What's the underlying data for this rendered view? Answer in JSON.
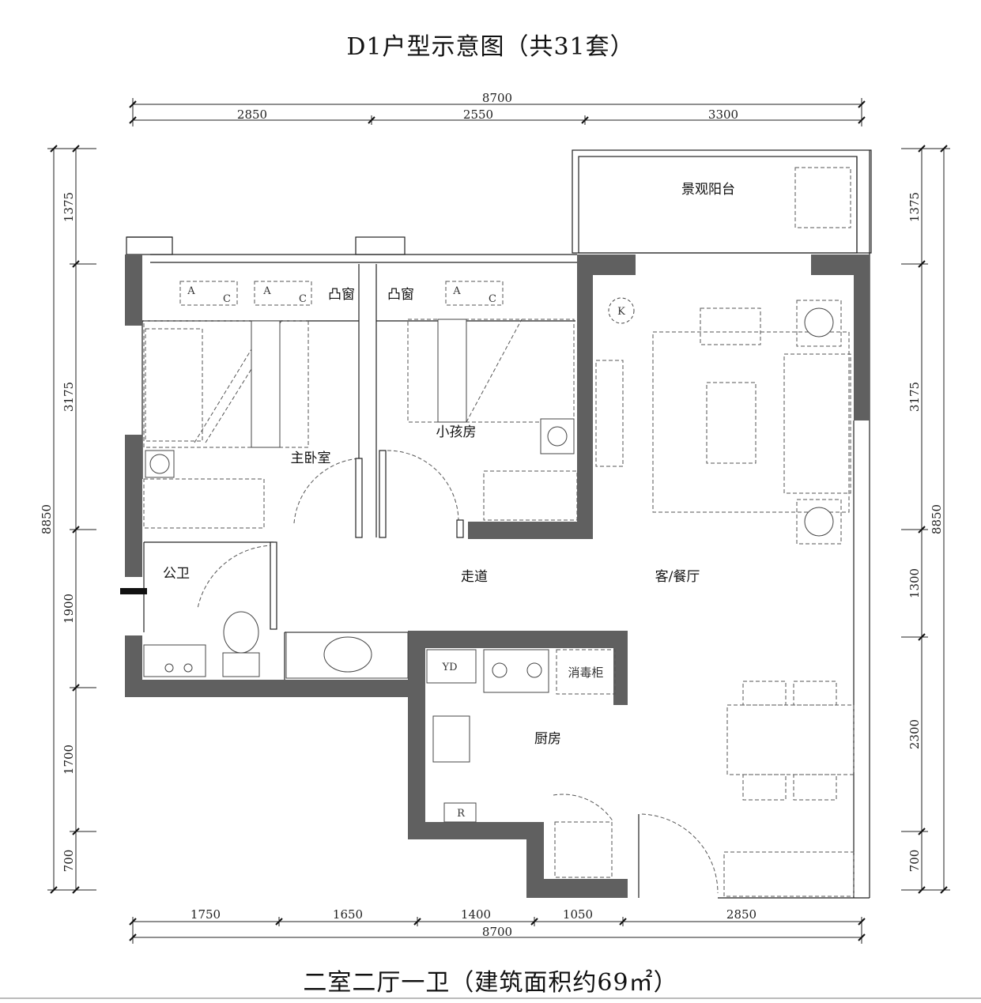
{
  "title": "D1户型示意图（共31套）",
  "summary": "二室二厅一卫（建筑面积约69㎡）",
  "dimensions": {
    "top_total": "8700",
    "top_segments": [
      "2850",
      "2550",
      "3300"
    ],
    "bottom_segments": [
      "1750",
      "1650",
      "1400",
      "1050",
      "2850"
    ],
    "bottom_total": "8700",
    "left_segments": [
      "1375",
      "3175",
      "1900",
      "1700",
      "700"
    ],
    "left_total": "8850",
    "right_segments": [
      "1375",
      "3175",
      "1300",
      "2300",
      "700"
    ],
    "right_total": "8850"
  },
  "rooms": {
    "balcony": "景观阳台",
    "master_bedroom": "主卧室",
    "kids_room": "小孩房",
    "bay_window_1": "凸窗",
    "bay_window_2": "凸窗",
    "public_bathroom": "公卫",
    "corridor": "走道",
    "living_dining": "客/餐厅",
    "kitchen": "厨房"
  },
  "fixtures": {
    "ac_a": "A",
    "ac_c": "C",
    "air_conditioner_k": "K",
    "yd": "YD",
    "disinfection_cabinet": "消毒柜",
    "fridge": "R"
  }
}
